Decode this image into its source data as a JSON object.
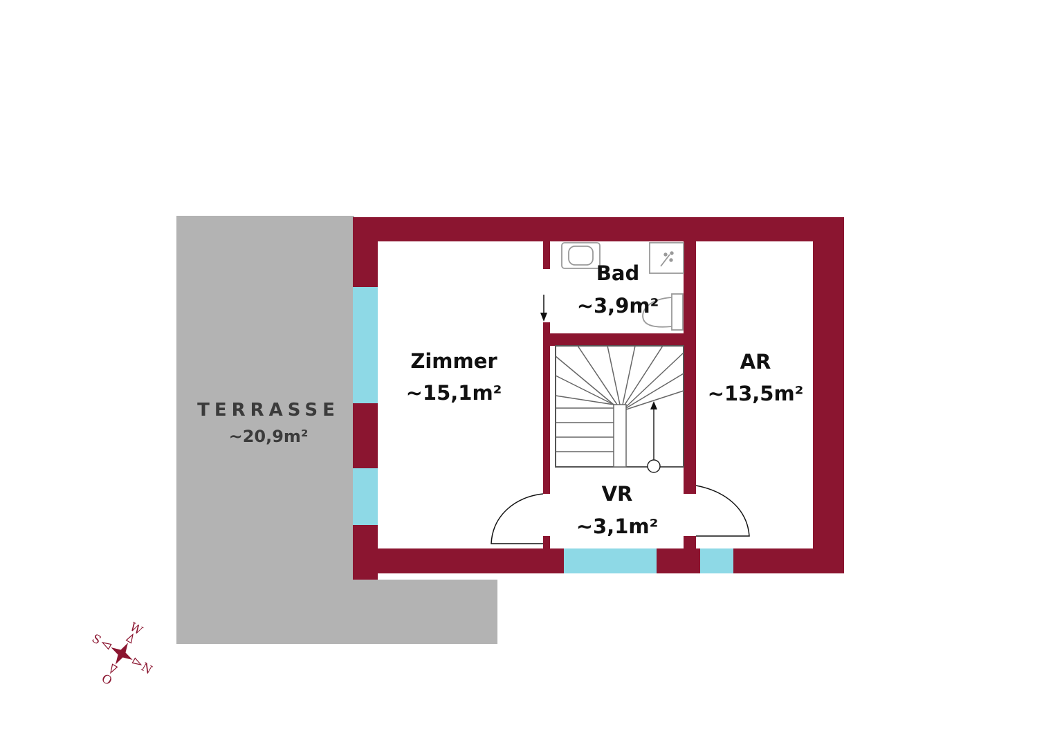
{
  "colors": {
    "wall": "#8b1530",
    "window": "#8ed9e6",
    "terrace": "#b3b3b3",
    "background": "#ffffff",
    "fixture": "#888888"
  },
  "rooms": {
    "terrace": {
      "name": "TERRASSE",
      "area": "~20,9m²"
    },
    "zimmer": {
      "name": "Zimmer",
      "area": "~15,1m²"
    },
    "bad": {
      "name": "Bad",
      "area": "~3,9m²"
    },
    "ar": {
      "name": "AR",
      "area": "~13,5m²"
    },
    "vr": {
      "name": "VR",
      "area": "~3,1m²"
    }
  },
  "compass": {
    "north": "N",
    "east": "O",
    "south": "S",
    "west": "W"
  },
  "icons": [
    "compass-rose-icon",
    "stair-direction-arrow-icon",
    "toilet-icon",
    "shower-icon",
    "washbasin-icon"
  ]
}
